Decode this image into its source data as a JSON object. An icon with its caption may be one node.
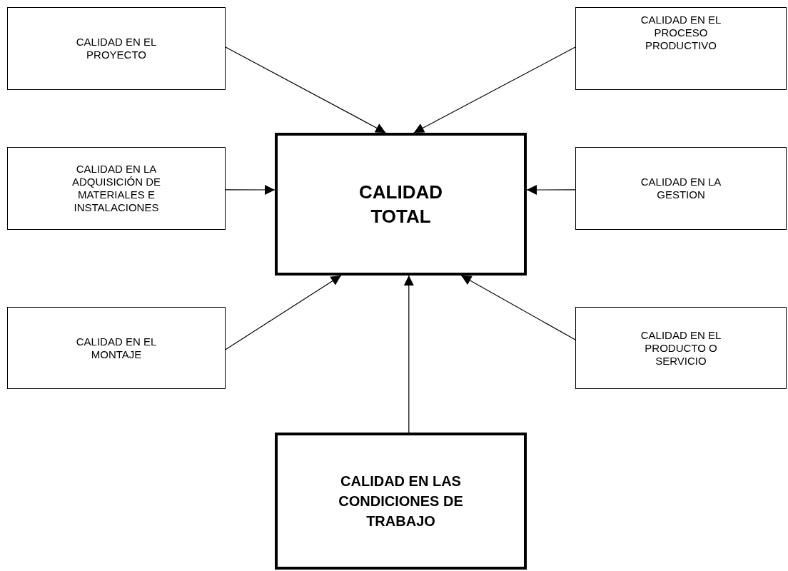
{
  "diagram": {
    "nodes": [
      {
        "text": [
          "CALIDAD EN EL PROYECTO"
        ]
      },
      {
        "text": [
          "CALIDAD EN EL PROCESO PRODUCTIVO"
        ]
      },
      {
        "text": [
          "CALIDAD EN LA ADQUISICIÓN DE MATERIALES E INSTALACIONES"
        ]
      },
      {
        "text": [
          "CALIDAD TOTAL"
        ]
      },
      {
        "text": [
          "CALIDAD EN LA GESTION"
        ]
      },
      {
        "text": [
          "CALIDAD EN EL MONTAJE"
        ]
      },
      {
        "text": [
          "CALIDAD EN EL PRODUCTO O SERVICIO"
        ]
      },
      {
        "text": [
          "CALIDAD EN LAS CONDICIONES DE TRABAJO"
        ]
      }
    ],
    "edges": [
      {
        "from": 0,
        "to": 3,
        "arrow": "to"
      },
      {
        "from": 1,
        "to": 3,
        "arrow": "to"
      },
      {
        "from": 2,
        "to": 3,
        "arrow": "to"
      },
      {
        "from": 4,
        "to": 3,
        "arrow": "to"
      },
      {
        "from": 5,
        "to": 3,
        "arrow": "to"
      },
      {
        "from": 6,
        "to": 3,
        "arrow": "to"
      },
      {
        "from": 7,
        "to": 3,
        "arrow": "to"
      }
    ]
  }
}
